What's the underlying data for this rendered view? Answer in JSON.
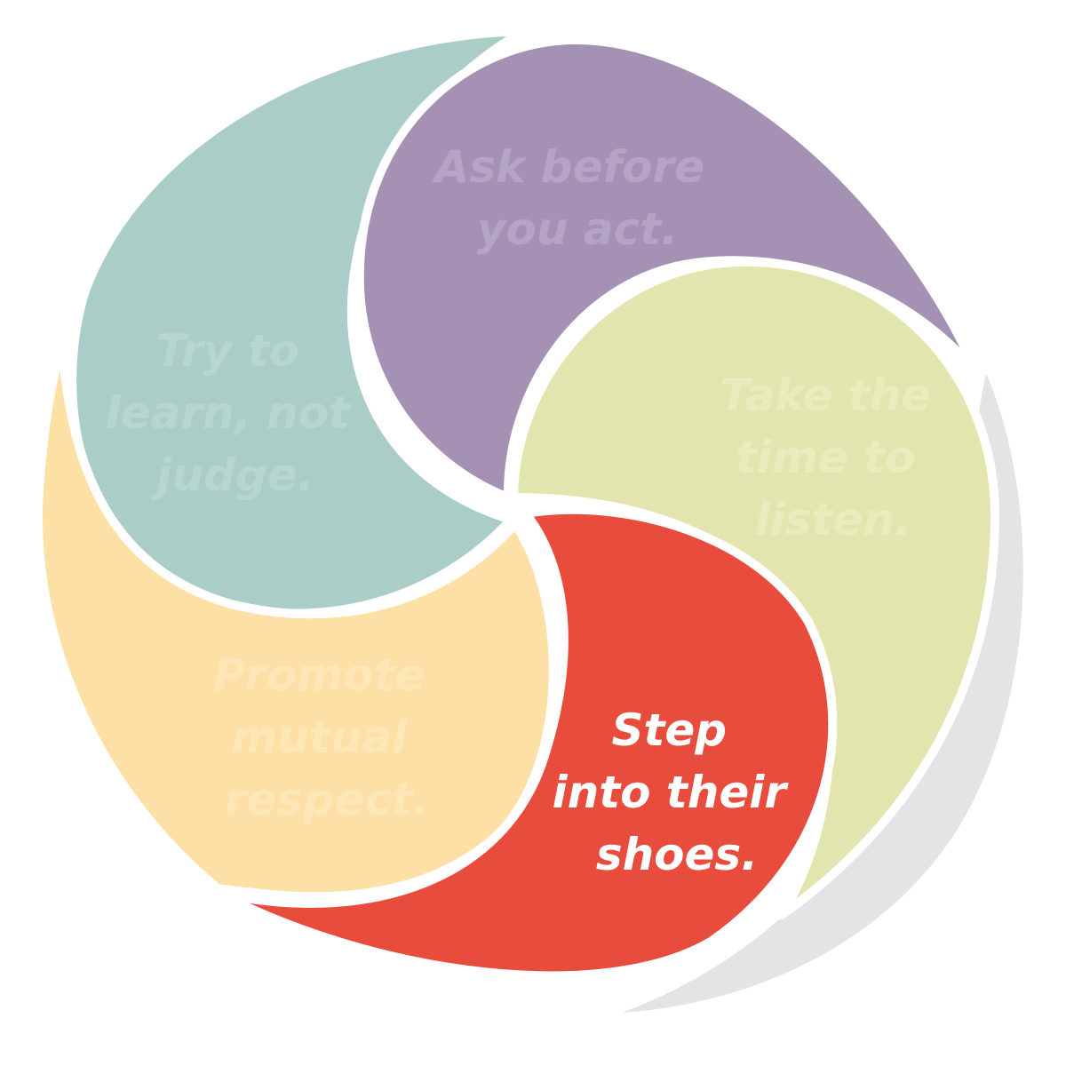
{
  "segments": [
    {
      "id": "ask",
      "lines": [
        "Ask before",
        "you act."
      ],
      "color": "#A591B4",
      "text_color": "#B5A4C3"
    },
    {
      "id": "learn",
      "lines": [
        "Try to",
        "learn, not",
        "judge."
      ],
      "color": "#AACDC8",
      "text_color": "#B8D6D1"
    },
    {
      "id": "listen",
      "lines": [
        "Take the",
        "time to",
        "listen."
      ],
      "color": "#E2E6AE",
      "text_color": "#E9EDBE"
    },
    {
      "id": "respect",
      "lines": [
        "Promote",
        "mutual",
        "respect."
      ],
      "color": "#FCE0A6",
      "text_color": "#FDE7B6"
    },
    {
      "id": "shoes",
      "lines": [
        "Step",
        "into their",
        "shoes."
      ],
      "color": "#E84C3D",
      "text_color": "#FFFFFF"
    }
  ],
  "shadow_color": "#E3E4E6"
}
